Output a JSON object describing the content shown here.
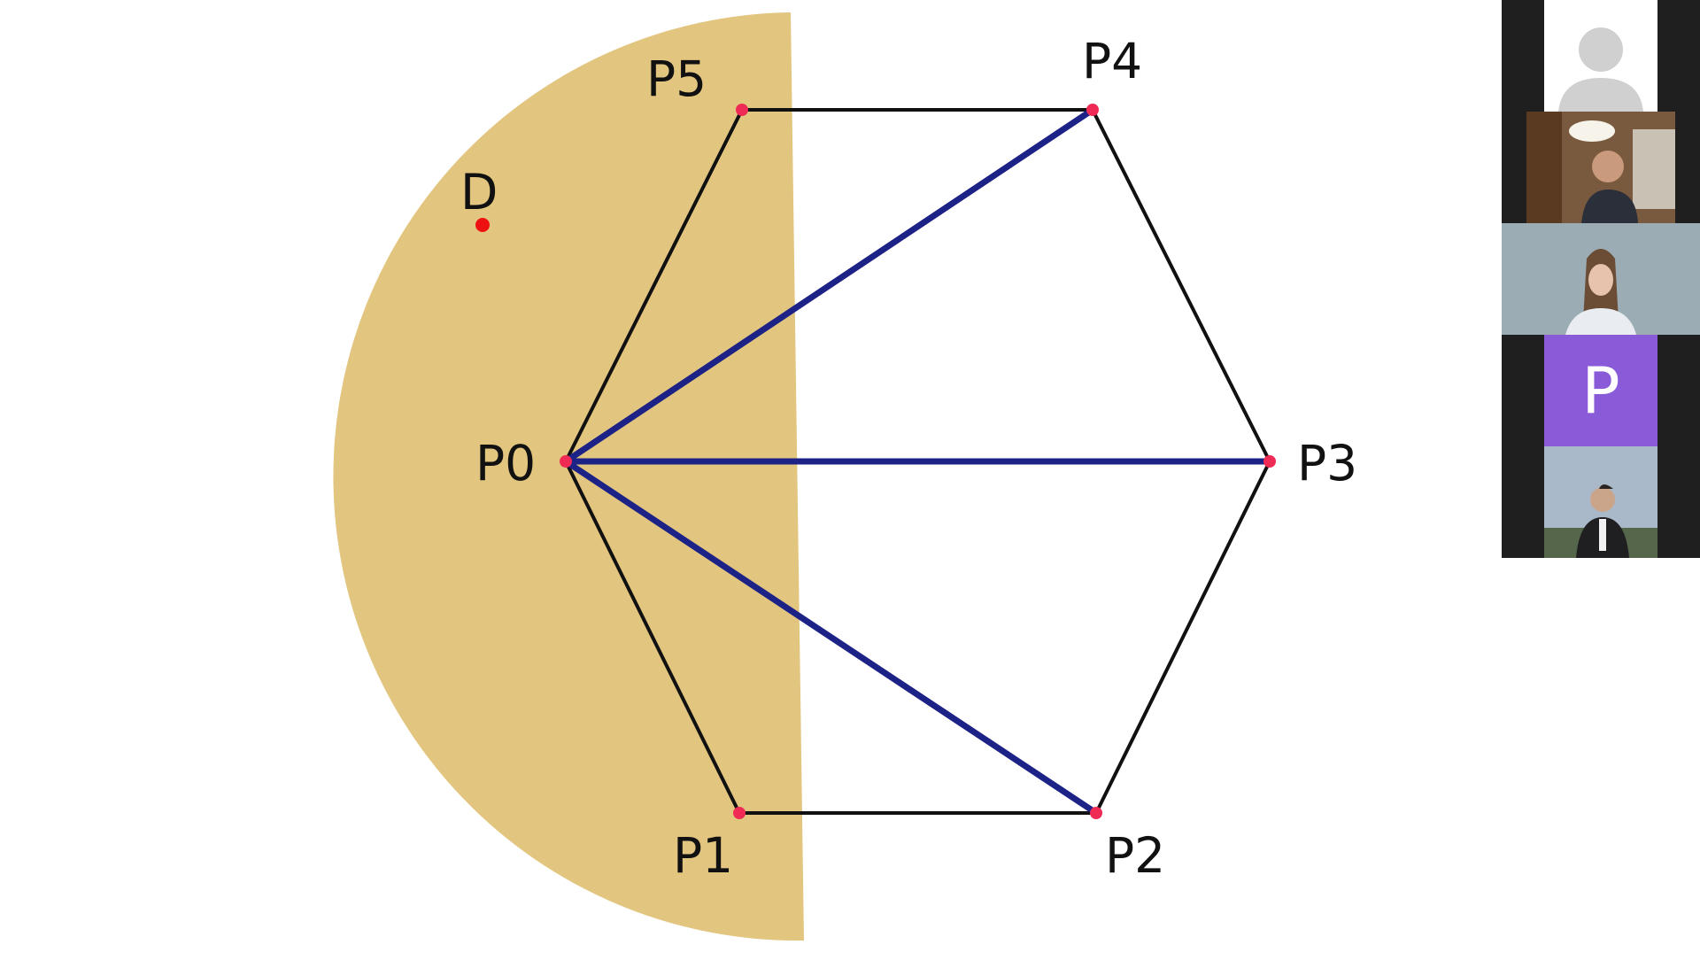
{
  "slide": {
    "labels": {
      "p0": "P0",
      "p1": "P1",
      "p2": "P2",
      "p3": "P3",
      "p4": "P4",
      "p5": "P5",
      "d": "D"
    },
    "colors": {
      "region_fill": "#e2c57e",
      "hexagon_edge": "#111111",
      "diagonal": "#1c2286",
      "vertex": "#ee2a55",
      "point_d": "#ee1111"
    }
  },
  "participants": {
    "tiles": [
      {
        "kind": "avatar-placeholder",
        "background": "#ffffff",
        "icon": "person-silhouette-icon"
      },
      {
        "kind": "video",
        "background": "#7a5a3e"
      },
      {
        "kind": "video",
        "background": "#8fa3ad"
      },
      {
        "kind": "initial",
        "initial": "P",
        "background": "#8a5bd9"
      },
      {
        "kind": "video",
        "background": "#a9b9c9"
      }
    ]
  }
}
